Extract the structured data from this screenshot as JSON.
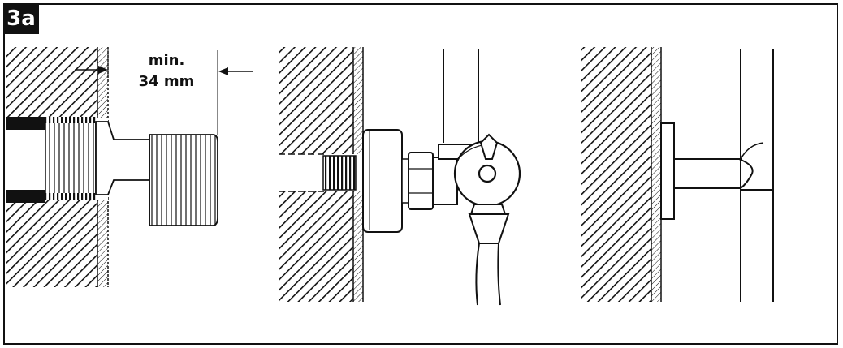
{
  "figure_label": "3a",
  "dimension": {
    "line1": "min.",
    "line2": "34 mm"
  },
  "colors": {
    "ink": "#111111",
    "paper": "#ffffff"
  }
}
